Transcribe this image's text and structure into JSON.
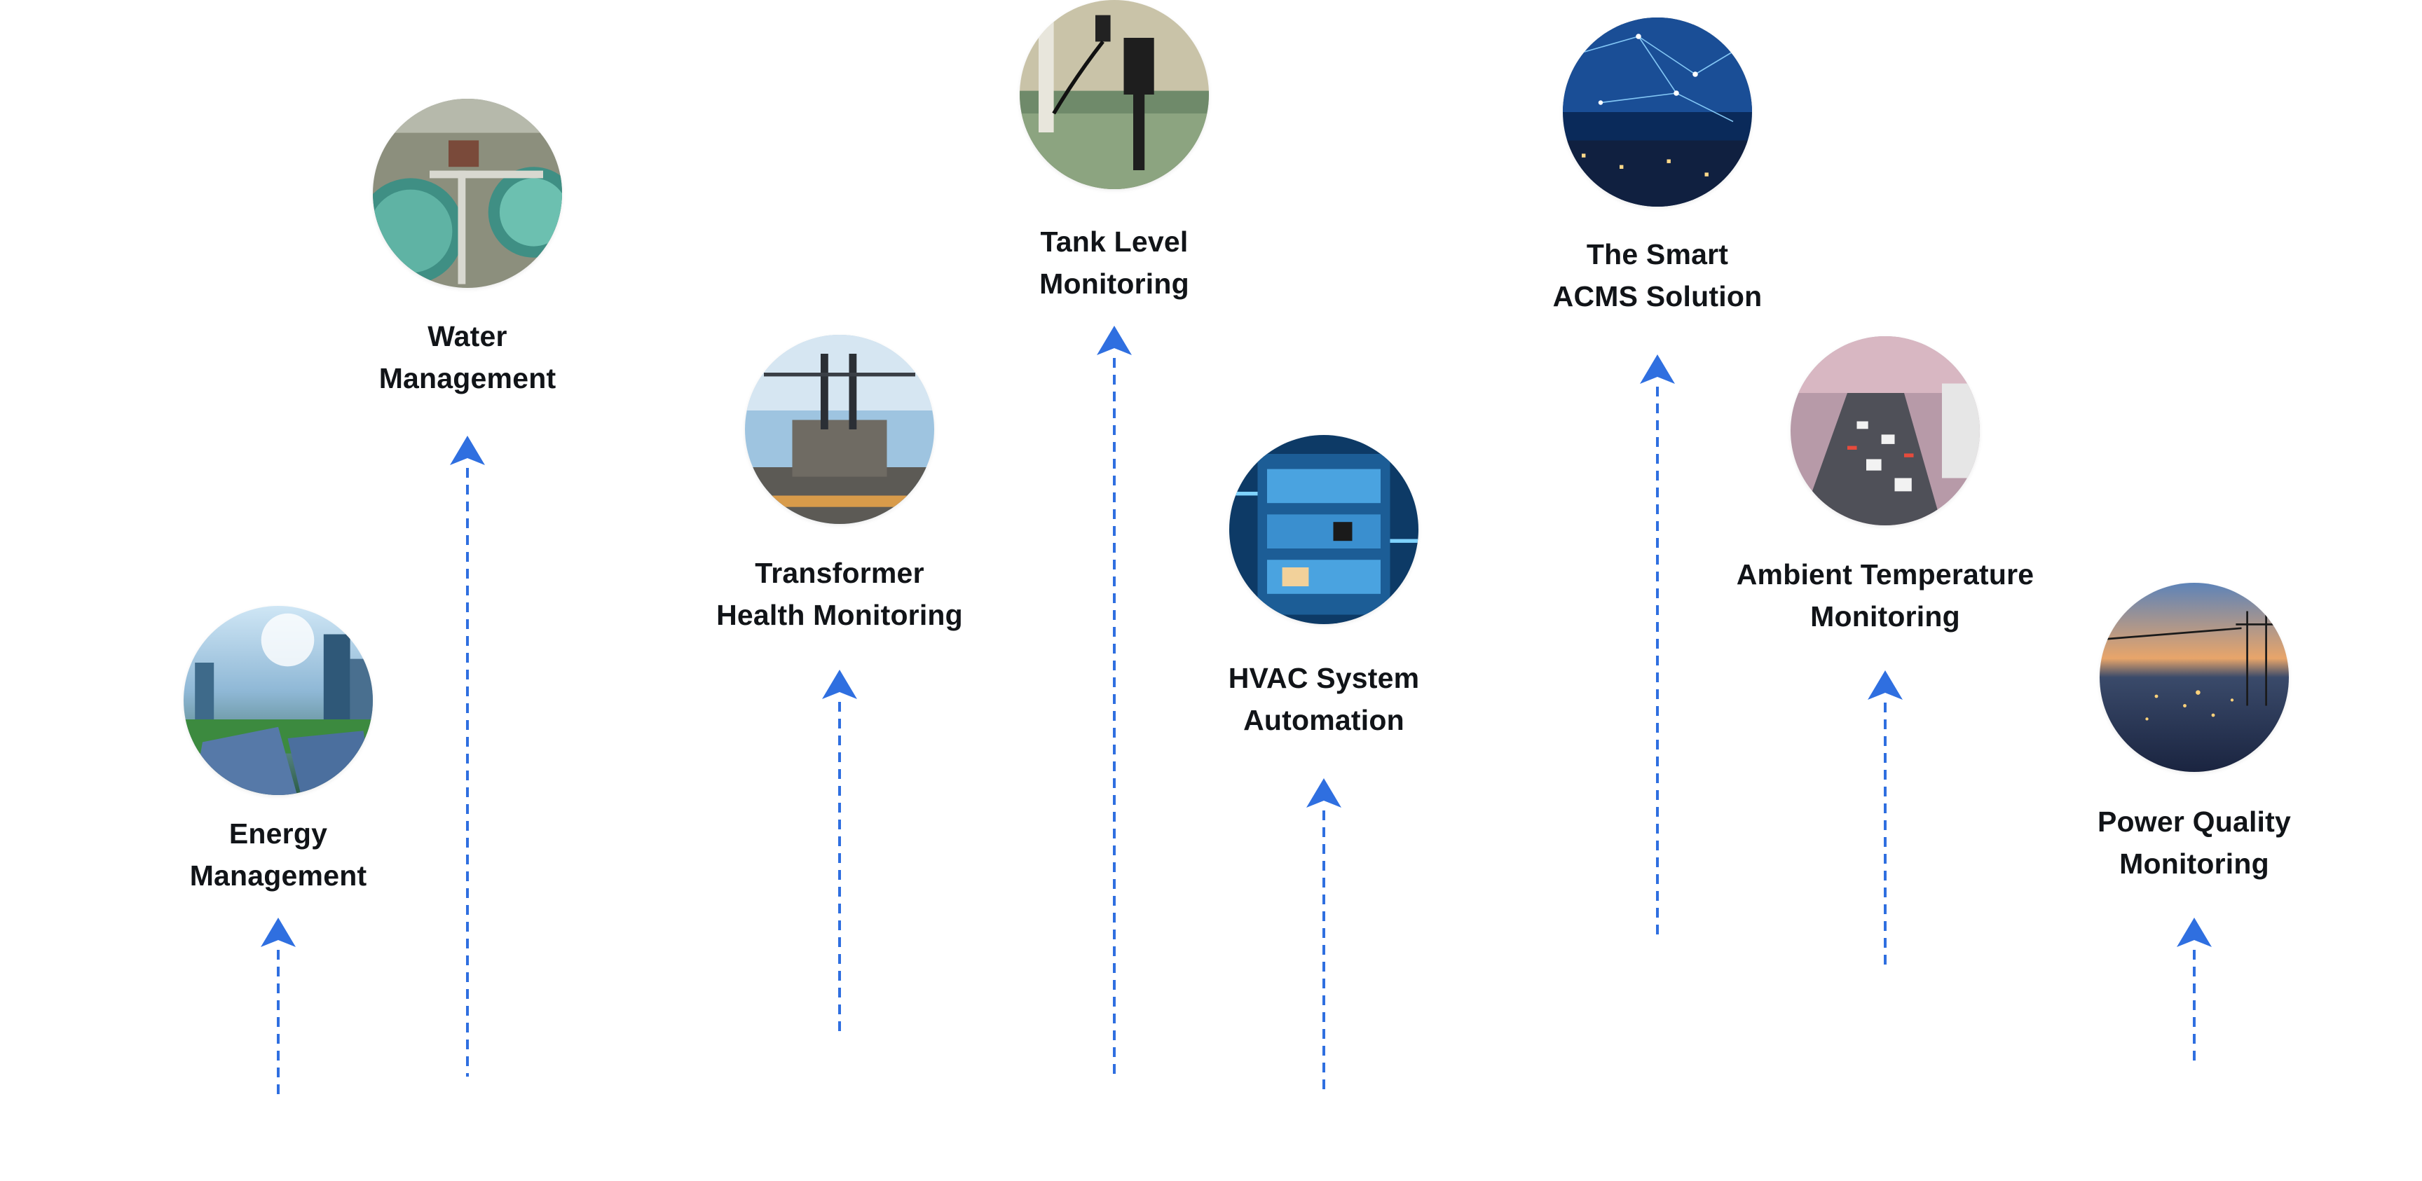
{
  "colors": {
    "arrow": "#2f6fe0",
    "text": "#111418"
  },
  "items": [
    {
      "id": "energy-management",
      "line1": "Energy",
      "line2": "Management",
      "icon": "solar-city-photo"
    },
    {
      "id": "water-management",
      "line1": "Water",
      "line2": "Management",
      "icon": "water-treatment-photo"
    },
    {
      "id": "transformer-health-monitoring",
      "line1": "Transformer",
      "line2": "Health Monitoring",
      "icon": "substation-photo"
    },
    {
      "id": "tank-level-monitoring",
      "line1": "Tank Level",
      "line2": "Monitoring",
      "icon": "level-sensor-photo"
    },
    {
      "id": "hvac-system-automation",
      "line1": "HVAC System",
      "line2": "Automation",
      "icon": "smart-building-photo"
    },
    {
      "id": "smart-acms-solution",
      "line1": "The Smart",
      "line2": "ACMS Solution",
      "icon": "network-city-photo"
    },
    {
      "id": "ambient-temperature-monitoring",
      "line1": "Ambient Temperature",
      "line2": "Monitoring",
      "icon": "traffic-photo"
    },
    {
      "id": "power-quality-monitoring",
      "line1": "Power Quality",
      "line2": "Monitoring",
      "icon": "power-line-photo"
    }
  ]
}
